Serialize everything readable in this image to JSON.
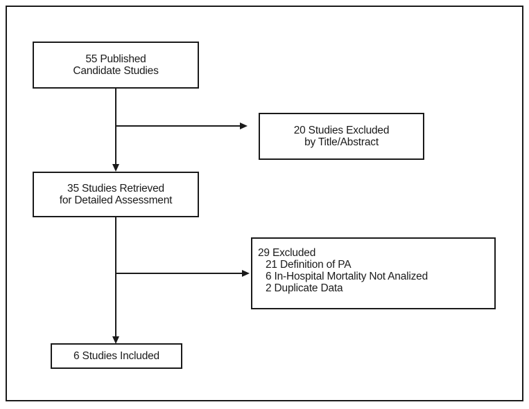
{
  "flowchart": {
    "colors": {
      "line": "#1a1a1a",
      "text": "#1a1a1a",
      "background": "#ffffff"
    },
    "boxes": [
      {
        "name": "candidate-studies",
        "lines": [
          "55 Published",
          "Candidate Studies"
        ]
      },
      {
        "name": "excluded-title-abstract",
        "lines": [
          "20 Studies Excluded",
          "by Title/Abstract"
        ]
      },
      {
        "name": "detailed-assessment",
        "lines": [
          "35 Studies Retrieved",
          "for Detailed Assessment"
        ]
      },
      {
        "name": "excluded-detailed",
        "lines": [
          "29 Excluded",
          "21 Definition of PA",
          "6 In-Hospital Mortality Not Analized",
          "2 Duplicate Data"
        ]
      },
      {
        "name": "studies-included",
        "lines": [
          "6 Studies Included"
        ]
      }
    ]
  }
}
